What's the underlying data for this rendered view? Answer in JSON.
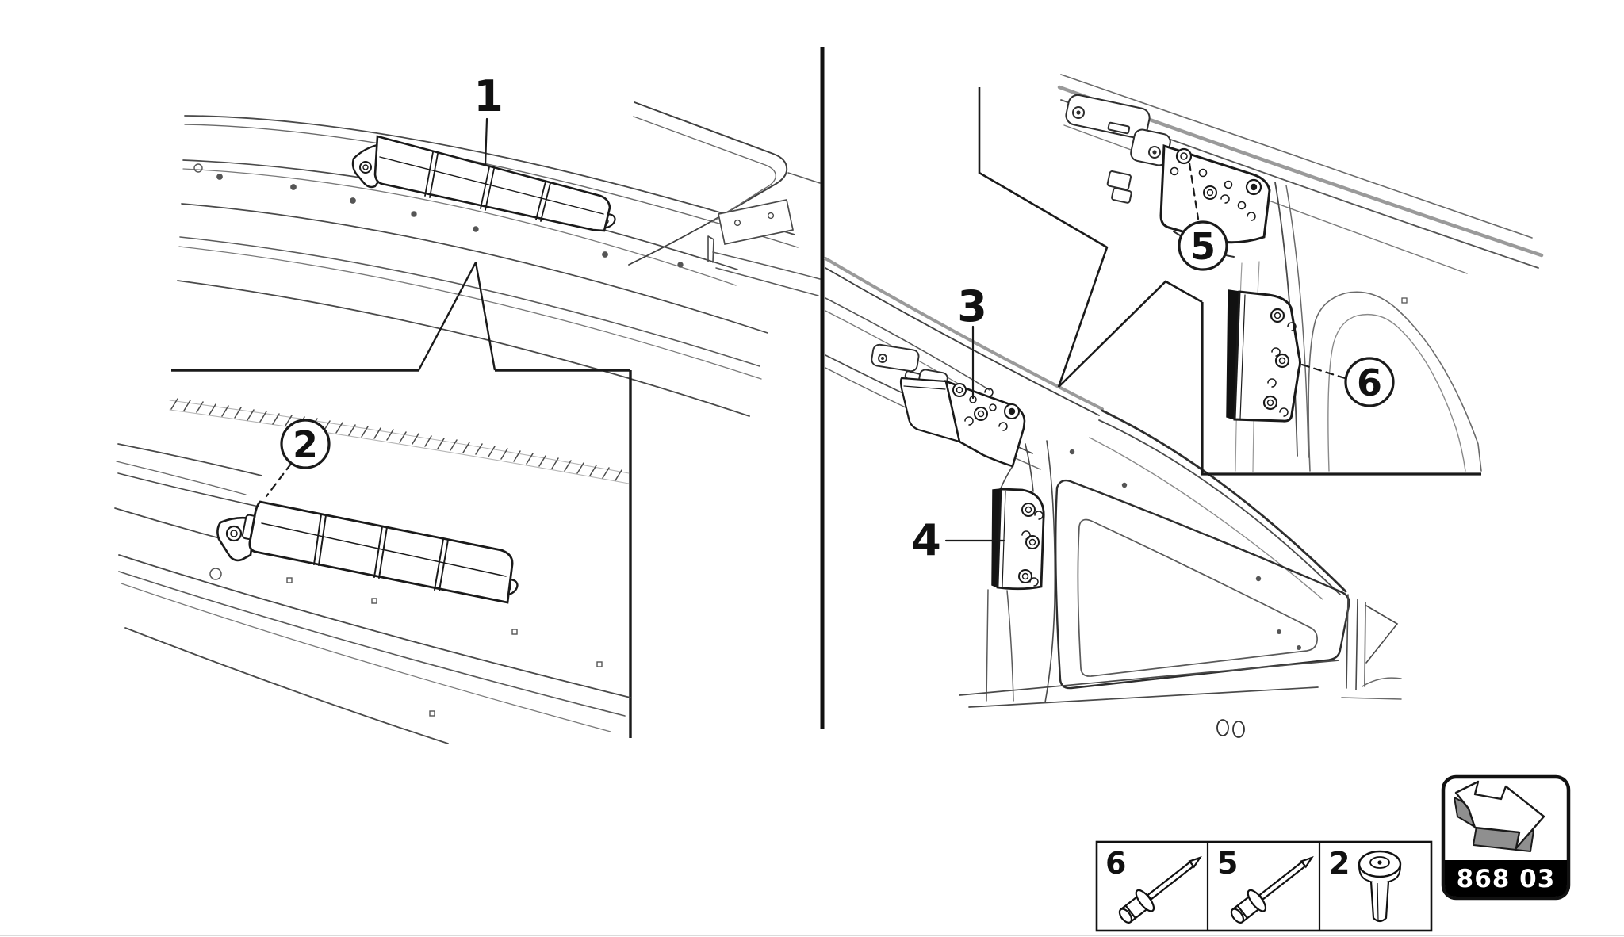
{
  "diagram": {
    "kind": "vehicle-body-parts-illustration",
    "callouts": [
      {
        "id": "1",
        "label": "1",
        "style": "plain"
      },
      {
        "id": "2",
        "label": "2",
        "style": "circled"
      },
      {
        "id": "3",
        "label": "3",
        "style": "plain"
      },
      {
        "id": "4",
        "label": "4",
        "style": "plain"
      },
      {
        "id": "5",
        "label": "5",
        "style": "circled"
      },
      {
        "id": "6",
        "label": "6",
        "style": "circled"
      }
    ],
    "legend": {
      "cells": [
        {
          "ref": "6",
          "icon": "blind-rivet-icon"
        },
        {
          "ref": "5",
          "icon": "blind-rivet-icon"
        },
        {
          "ref": "2",
          "icon": "screw-icon"
        }
      ]
    },
    "badge": {
      "code": "868 03",
      "icon": "direction-arrow-icon"
    },
    "colors": {
      "line": "#1a1a1a",
      "line_soft": "#4a4a4a",
      "line_faint": "#8a8a8a",
      "band_gray": "#9a9a9a",
      "metal_gray": "#8f8f8f",
      "badge_bg": "#000000",
      "badge_text": "#ffffff",
      "paper": "#ffffff"
    }
  }
}
